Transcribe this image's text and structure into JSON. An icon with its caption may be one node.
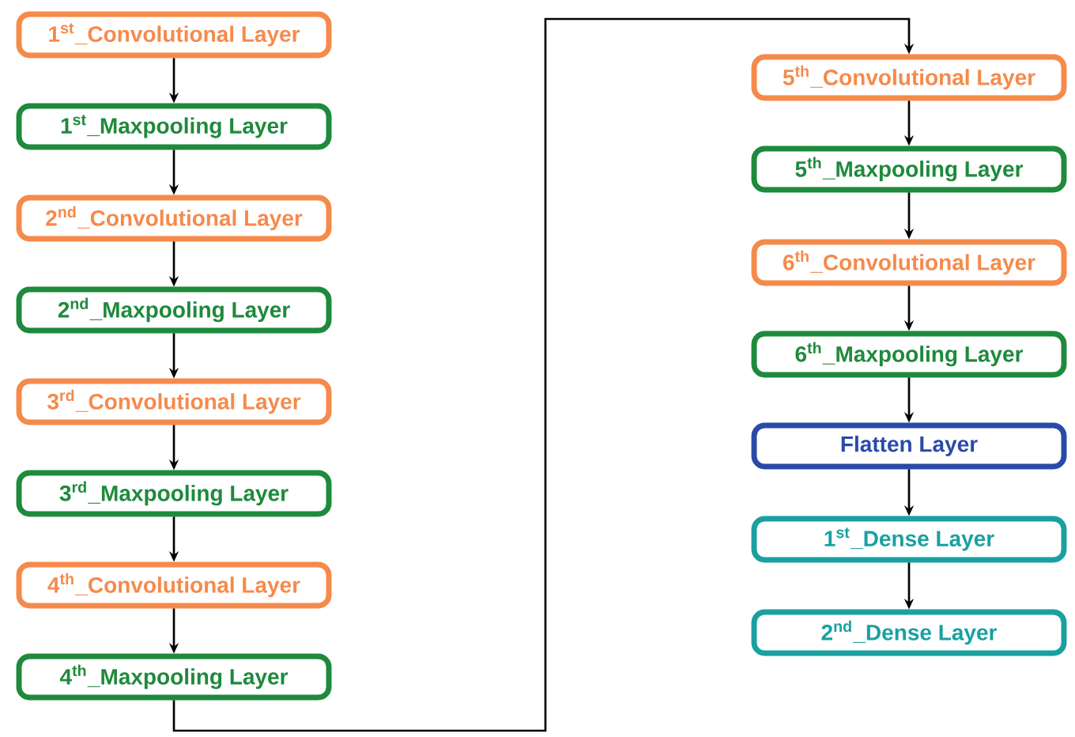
{
  "diagram": {
    "nodes": [
      {
        "text": [
          "1$^{st}$_Convolutional Layer"
        ]
      },
      {
        "text": [
          "1$^{st}$_Maxpooling Layer"
        ]
      },
      {
        "text": [
          "2$^{nd}$_Convolutional Layer"
        ]
      },
      {
        "text": [
          "2$^{nd}$_Maxpooling Layer"
        ]
      },
      {
        "text": [
          "3$^{rd}$_Convolutional Layer"
        ]
      },
      {
        "text": [
          "3$^{rd}$_Maxpooling Layer"
        ]
      },
      {
        "text": [
          "4$^{th}$_Convolutional Layer"
        ]
      },
      {
        "text": [
          "4$^{th}$_Maxpooling Layer"
        ]
      },
      {
        "text": [
          "5$^{th}$_Convolutional Layer"
        ]
      },
      {
        "text": [
          "5$^{th}$_Maxpooling Layer"
        ]
      },
      {
        "text": [
          "6$^{th}$_Convolutional Layer"
        ]
      },
      {
        "text": [
          "6$^{th}$_Maxpooling Layer"
        ]
      },
      {
        "text": [
          "Flatten Layer"
        ]
      },
      {
        "text": [
          "1$^{st}$_Dense Layer"
        ]
      },
      {
        "text": [
          "2$^{nd}$_Dense Layer"
        ]
      }
    ],
    "edges": [
      {
        "from": 0,
        "to": 1,
        "arrow": "to"
      },
      {
        "from": 1,
        "to": 2,
        "arrow": "to"
      },
      {
        "from": 2,
        "to": 3,
        "arrow": "to"
      },
      {
        "from": 3,
        "to": 4,
        "arrow": "to"
      },
      {
        "from": 4,
        "to": 5,
        "arrow": "to"
      },
      {
        "from": 5,
        "to": 6,
        "arrow": "to"
      },
      {
        "from": 6,
        "to": 7,
        "arrow": "to"
      },
      {
        "from": 7,
        "to": 8,
        "arrow": "to"
      },
      {
        "from": 8,
        "to": 9,
        "arrow": "to"
      },
      {
        "from": 9,
        "to": 10,
        "arrow": "to"
      },
      {
        "from": 10,
        "to": 11,
        "arrow": "to"
      },
      {
        "from": 11,
        "to": 12,
        "arrow": "to"
      },
      {
        "from": 12,
        "to": 13,
        "arrow": "to"
      },
      {
        "from": 13,
        "to": 14,
        "arrow": "to"
      }
    ]
  }
}
